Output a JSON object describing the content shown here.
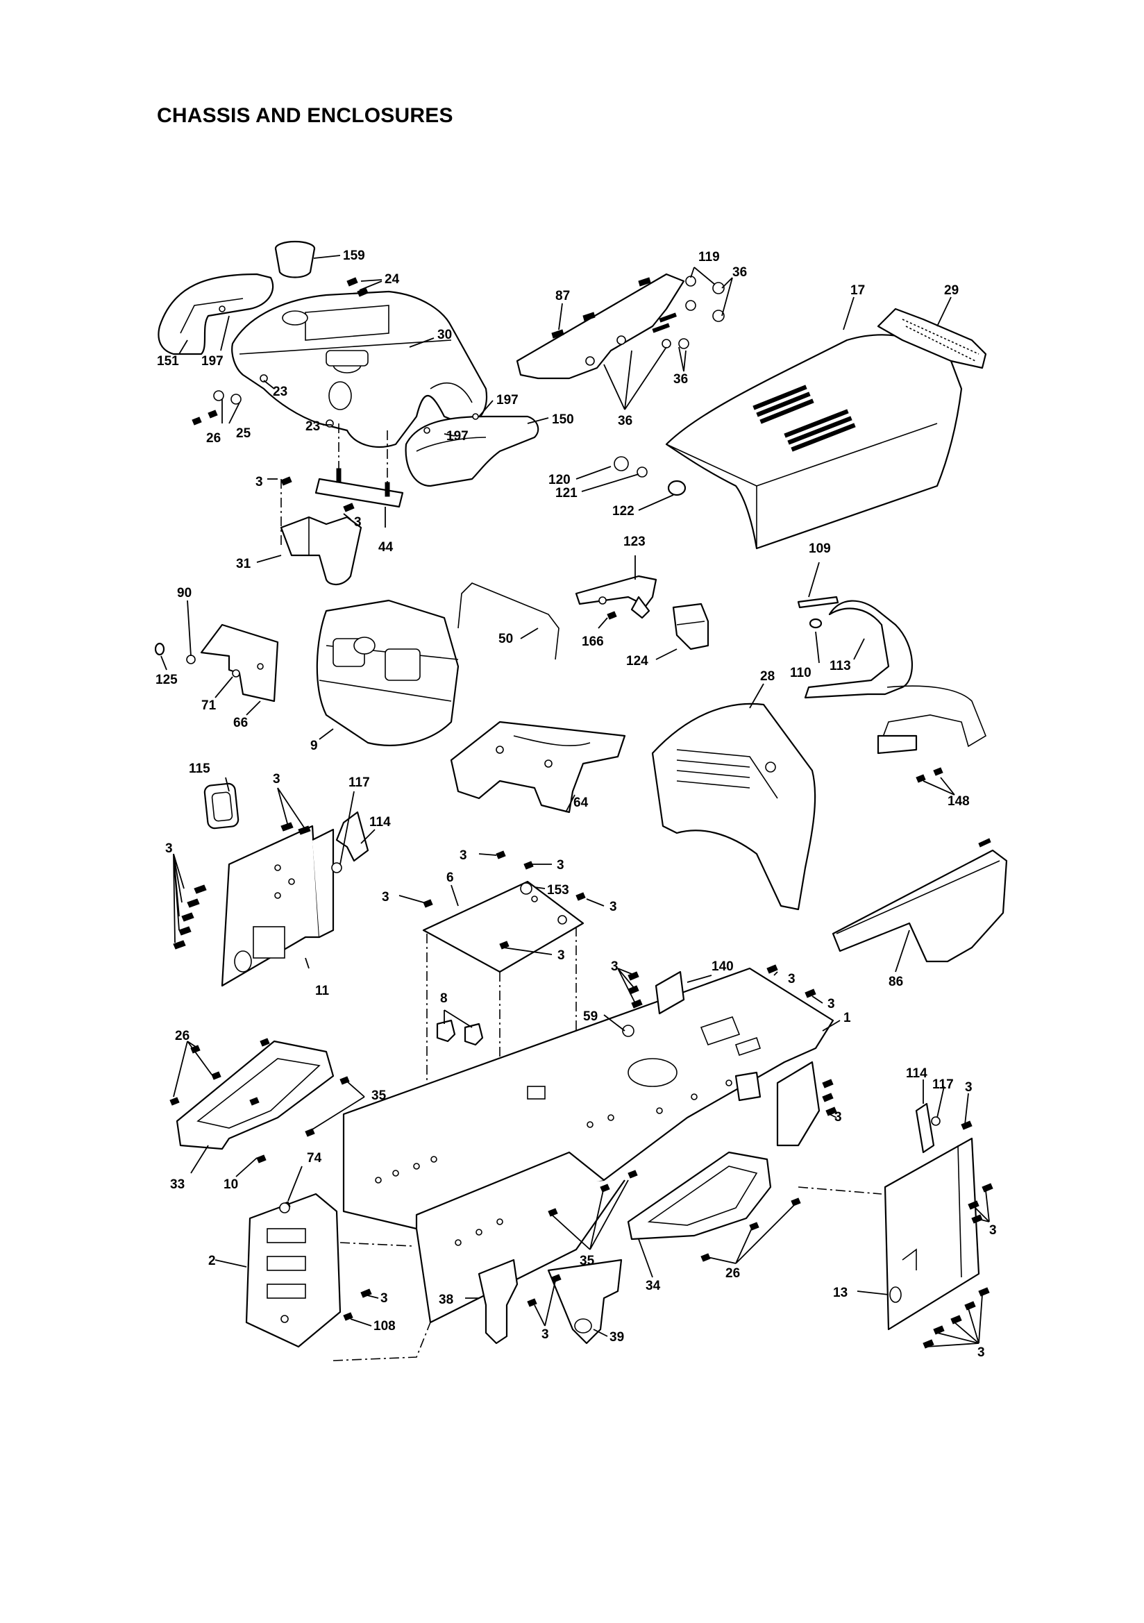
{
  "page": {
    "title": "CHASSIS AND ENCLOSURES"
  },
  "callouts": [
    {
      "id": "c159",
      "text": "159"
    },
    {
      "id": "c24",
      "text": "24"
    },
    {
      "id": "c151",
      "text": "151"
    },
    {
      "id": "c197a",
      "text": "197"
    },
    {
      "id": "c30",
      "text": "30"
    },
    {
      "id": "c23a",
      "text": "23"
    },
    {
      "id": "c26a",
      "text": "26"
    },
    {
      "id": "c25",
      "text": "25"
    },
    {
      "id": "c23b",
      "text": "23"
    },
    {
      "id": "c197b",
      "text": "197"
    },
    {
      "id": "c197c",
      "text": "197"
    },
    {
      "id": "c150",
      "text": "150"
    },
    {
      "id": "c3a",
      "text": "3"
    },
    {
      "id": "c3b",
      "text": "3"
    },
    {
      "id": "c44",
      "text": "44"
    },
    {
      "id": "c31",
      "text": "31"
    },
    {
      "id": "c87",
      "text": "87"
    },
    {
      "id": "c119",
      "text": "119"
    },
    {
      "id": "c36a",
      "text": "36"
    },
    {
      "id": "c36b",
      "text": "36"
    },
    {
      "id": "c36c",
      "text": "36"
    },
    {
      "id": "c17",
      "text": "17"
    },
    {
      "id": "c29",
      "text": "29"
    },
    {
      "id": "c120",
      "text": "120"
    },
    {
      "id": "c121",
      "text": "121"
    },
    {
      "id": "c122",
      "text": "122"
    },
    {
      "id": "c123",
      "text": "123"
    },
    {
      "id": "c109",
      "text": "109"
    },
    {
      "id": "c90",
      "text": "90"
    },
    {
      "id": "c50",
      "text": "50"
    },
    {
      "id": "c166",
      "text": "166"
    },
    {
      "id": "c124",
      "text": "124"
    },
    {
      "id": "c125",
      "text": "125"
    },
    {
      "id": "c71",
      "text": "71"
    },
    {
      "id": "c66",
      "text": "66"
    },
    {
      "id": "c9",
      "text": "9"
    },
    {
      "id": "c110",
      "text": "110"
    },
    {
      "id": "c113",
      "text": "113"
    },
    {
      "id": "c28",
      "text": "28"
    },
    {
      "id": "c64",
      "text": "64"
    },
    {
      "id": "c148",
      "text": "148"
    },
    {
      "id": "c115",
      "text": "115"
    },
    {
      "id": "c3c",
      "text": "3"
    },
    {
      "id": "c117a",
      "text": "117"
    },
    {
      "id": "c114a",
      "text": "114"
    },
    {
      "id": "c3d",
      "text": "3"
    },
    {
      "id": "c11",
      "text": "11"
    },
    {
      "id": "c3e",
      "text": "3"
    },
    {
      "id": "c3f",
      "text": "3"
    },
    {
      "id": "c6",
      "text": "6"
    },
    {
      "id": "c3g",
      "text": "3"
    },
    {
      "id": "c153",
      "text": "153"
    },
    {
      "id": "c3h",
      "text": "3"
    },
    {
      "id": "c3i",
      "text": "3"
    },
    {
      "id": "c86",
      "text": "86"
    },
    {
      "id": "c3j",
      "text": "3"
    },
    {
      "id": "c140",
      "text": "140"
    },
    {
      "id": "c3k",
      "text": "3"
    },
    {
      "id": "c3l",
      "text": "3"
    },
    {
      "id": "c8",
      "text": "8"
    },
    {
      "id": "c59",
      "text": "59"
    },
    {
      "id": "c1",
      "text": "1"
    },
    {
      "id": "c26b",
      "text": "26"
    },
    {
      "id": "c35a",
      "text": "35"
    },
    {
      "id": "c114b",
      "text": "114"
    },
    {
      "id": "c117b",
      "text": "117"
    },
    {
      "id": "c3m",
      "text": "3"
    },
    {
      "id": "c3n",
      "text": "3"
    },
    {
      "id": "c33",
      "text": "33"
    },
    {
      "id": "c10",
      "text": "10"
    },
    {
      "id": "c74",
      "text": "74"
    },
    {
      "id": "c3o",
      "text": "3"
    },
    {
      "id": "c2",
      "text": "2"
    },
    {
      "id": "c3p",
      "text": "3"
    },
    {
      "id": "c108",
      "text": "108"
    },
    {
      "id": "c35b",
      "text": "35"
    },
    {
      "id": "c38",
      "text": "38"
    },
    {
      "id": "c3q",
      "text": "3"
    },
    {
      "id": "c39",
      "text": "39"
    },
    {
      "id": "c34",
      "text": "34"
    },
    {
      "id": "c26c",
      "text": "26"
    },
    {
      "id": "c13",
      "text": "13"
    },
    {
      "id": "c3r",
      "text": "3"
    }
  ]
}
